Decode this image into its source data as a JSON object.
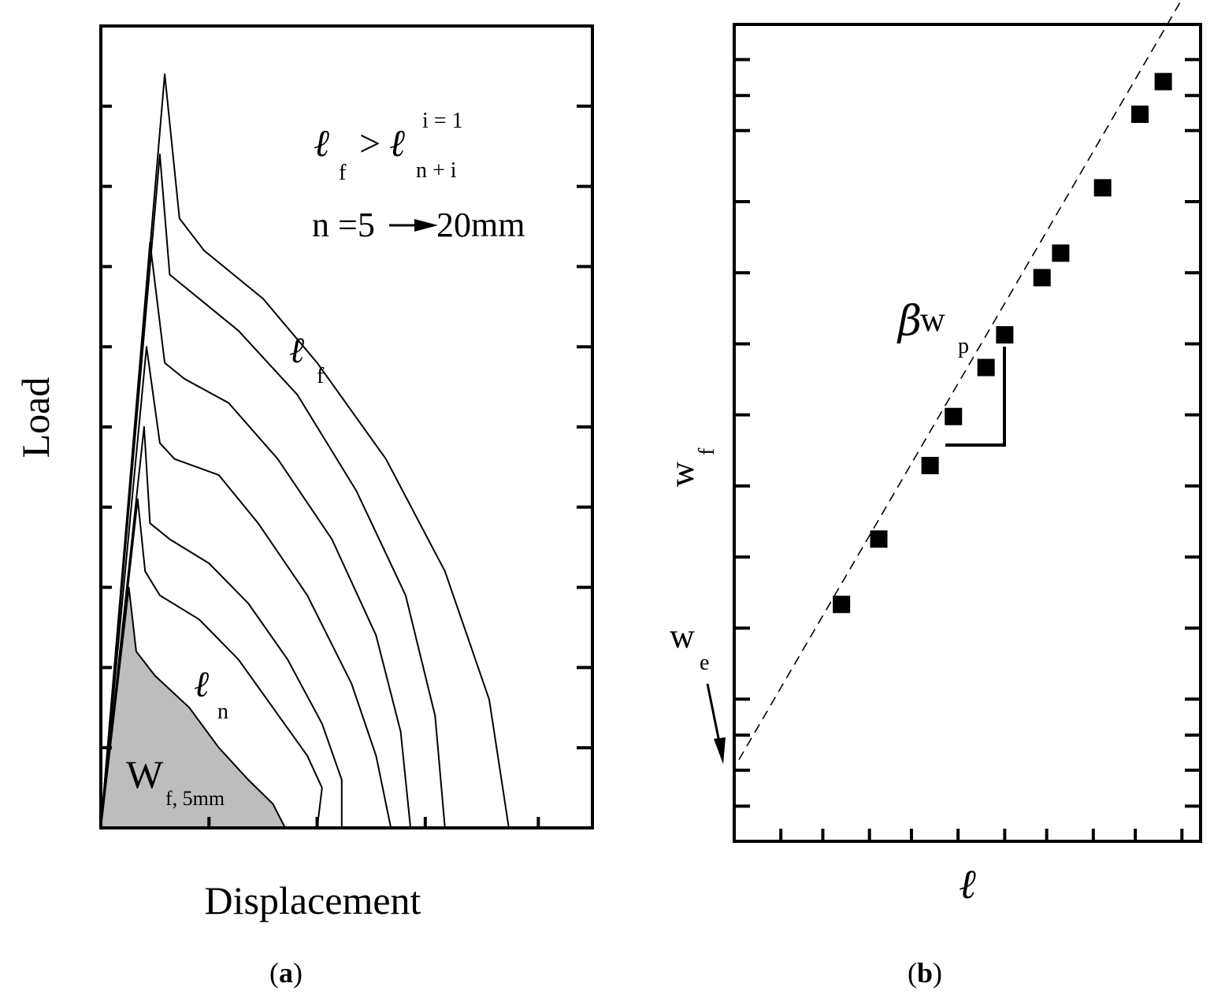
{
  "chart_data": [
    {
      "panel": "(a)",
      "type": "line",
      "xlabel": "Displacement",
      "ylabel": "Load",
      "annotations": {
        "inequality": {
          "lf": "ℓ",
          "f": "f",
          "gt": ">",
          "ln": "ℓ",
          "sup": "i = 1",
          "sub": "n + i"
        },
        "range": "n =5",
        "range_end": "20mm",
        "curve_top_label": {
          "sym": "ℓ",
          "sub": "f"
        },
        "curve_bottom_label": {
          "sym": "ℓ",
          "sub": "n"
        },
        "area_label": {
          "sym": "W",
          "sub": "f, 5mm"
        }
      },
      "shaded_area": "area under lowest curve (5 mm)",
      "shaded_color": "#bdbdbd",
      "xlim": [
        0,
        1
      ],
      "ylim": [
        0,
        1
      ],
      "x_ticks": [
        0.22,
        0.44,
        0.66,
        0.89
      ],
      "y_ticks": [
        0.1,
        0.2,
        0.3,
        0.4,
        0.5,
        0.6,
        0.7,
        0.8,
        0.9
      ],
      "series": [
        {
          "points": [
            [
              0,
              0
            ],
            [
              0.057,
              0.3
            ],
            [
              0.072,
              0.22
            ],
            [
              0.11,
              0.19
            ],
            [
              0.18,
              0.15
            ],
            [
              0.24,
              0.1
            ],
            [
              0.3,
              0.06
            ],
            [
              0.35,
              0.03
            ],
            [
              0.375,
              0
            ]
          ]
        },
        {
          "points": [
            [
              0,
              0
            ],
            [
              0.075,
              0.41
            ],
            [
              0.09,
              0.32
            ],
            [
              0.12,
              0.29
            ],
            [
              0.2,
              0.26
            ],
            [
              0.28,
              0.21
            ],
            [
              0.35,
              0.15
            ],
            [
              0.42,
              0.09
            ],
            [
              0.45,
              0.05
            ],
            [
              0.44,
              0
            ]
          ]
        },
        {
          "points": [
            [
              0,
              0
            ],
            [
              0.088,
              0.5
            ],
            [
              0.1,
              0.38
            ],
            [
              0.14,
              0.36
            ],
            [
              0.22,
              0.33
            ],
            [
              0.3,
              0.28
            ],
            [
              0.38,
              0.21
            ],
            [
              0.45,
              0.13
            ],
            [
              0.49,
              0.06
            ],
            [
              0.49,
              0
            ]
          ]
        },
        {
          "points": [
            [
              0,
              0
            ],
            [
              0.093,
              0.6
            ],
            [
              0.12,
              0.48
            ],
            [
              0.15,
              0.46
            ],
            [
              0.24,
              0.44
            ],
            [
              0.32,
              0.38
            ],
            [
              0.42,
              0.29
            ],
            [
              0.51,
              0.18
            ],
            [
              0.56,
              0.09
            ],
            [
              0.59,
              0
            ]
          ]
        },
        {
          "points": [
            [
              0,
              0
            ],
            [
              0.1,
              0.73
            ],
            [
              0.13,
              0.58
            ],
            [
              0.17,
              0.56
            ],
            [
              0.26,
              0.53
            ],
            [
              0.36,
              0.46
            ],
            [
              0.47,
              0.36
            ],
            [
              0.56,
              0.24
            ],
            [
              0.61,
              0.12
            ],
            [
              0.63,
              0
            ]
          ]
        },
        {
          "points": [
            [
              0,
              0
            ],
            [
              0.12,
              0.84
            ],
            [
              0.14,
              0.69
            ],
            [
              0.18,
              0.67
            ],
            [
              0.28,
              0.62
            ],
            [
              0.4,
              0.54
            ],
            [
              0.52,
              0.42
            ],
            [
              0.62,
              0.29
            ],
            [
              0.68,
              0.14
            ],
            [
              0.7,
              0
            ]
          ]
        },
        {
          "points": [
            [
              0,
              0
            ],
            [
              0.13,
              0.94
            ],
            [
              0.16,
              0.76
            ],
            [
              0.21,
              0.72
            ],
            [
              0.33,
              0.66
            ],
            [
              0.44,
              0.58
            ],
            [
              0.58,
              0.46
            ],
            [
              0.7,
              0.32
            ],
            [
              0.79,
              0.16
            ],
            [
              0.83,
              0
            ]
          ]
        }
      ]
    },
    {
      "panel": "(b)",
      "type": "scatter",
      "xlabel": "ℓ",
      "ylabel": {
        "sym": "w",
        "sub": "f"
      },
      "annotations": {
        "intercept_label": {
          "sym": "w",
          "sub": "e"
        },
        "slope_label": {
          "beta": "β",
          "w": "w",
          "sub": "p"
        }
      },
      "xlim": [
        0,
        1
      ],
      "ylim": [
        0,
        1
      ],
      "x_ticks": [
        0.1,
        0.19,
        0.29,
        0.38,
        0.48,
        0.58,
        0.67,
        0.77,
        0.86,
        0.96
      ],
      "y_ticks": [
        0.043,
        0.087,
        0.13,
        0.174,
        0.261,
        0.348,
        0.435,
        0.522,
        0.609,
        0.696,
        0.783,
        0.87,
        0.913,
        0.957
      ],
      "points": [
        [
          0.23,
          0.29
        ],
        [
          0.31,
          0.37
        ],
        [
          0.42,
          0.46
        ],
        [
          0.47,
          0.52
        ],
        [
          0.54,
          0.58
        ],
        [
          0.58,
          0.62
        ],
        [
          0.66,
          0.69
        ],
        [
          0.7,
          0.72
        ],
        [
          0.79,
          0.8
        ],
        [
          0.87,
          0.89
        ],
        [
          0.92,
          0.93
        ]
      ],
      "fit_line": {
        "intercept": 0.09,
        "slope": 0.98,
        "style": "dashed"
      }
    }
  ],
  "panel_labels": {
    "a": "a",
    "b": "b"
  }
}
